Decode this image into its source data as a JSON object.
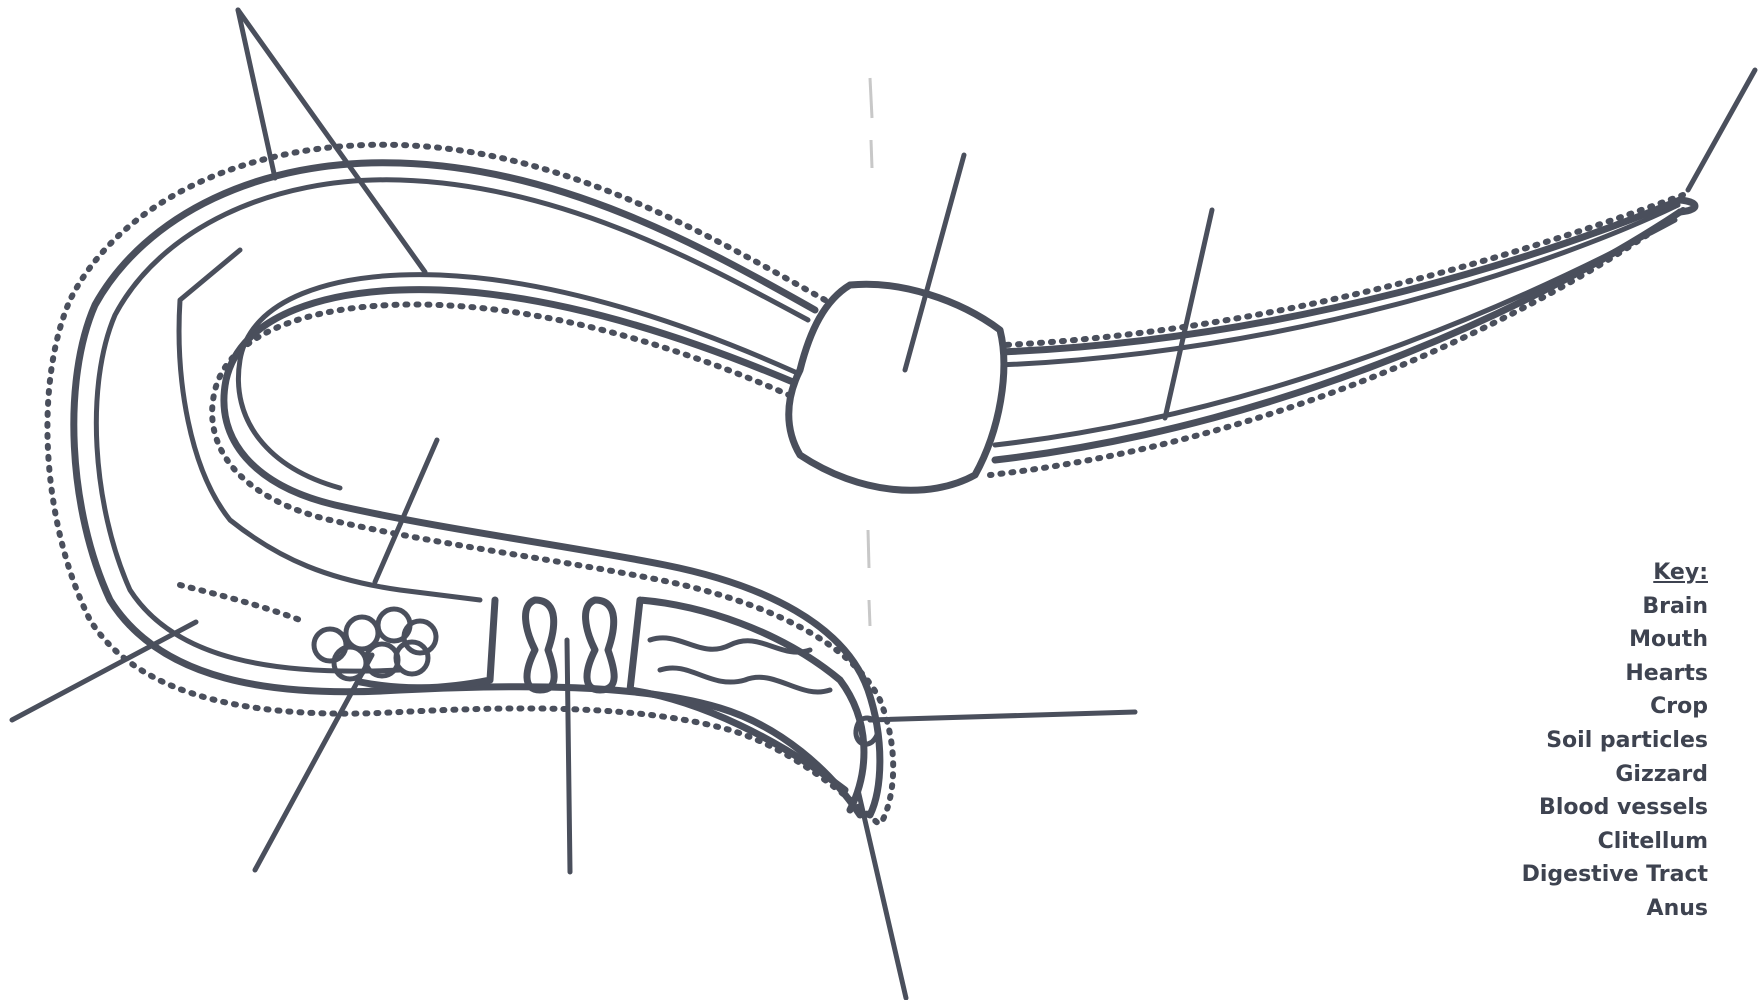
{
  "key": {
    "title": "Key:",
    "items": [
      "Brain",
      "Mouth",
      "Hearts",
      "Crop",
      "Soil particles",
      "Gizzard",
      "Blood vessels",
      "Clitellum",
      "Digestive Tract",
      "Anus"
    ]
  },
  "colors": {
    "ink": "#4a4f5c",
    "background": "#ffffff"
  }
}
